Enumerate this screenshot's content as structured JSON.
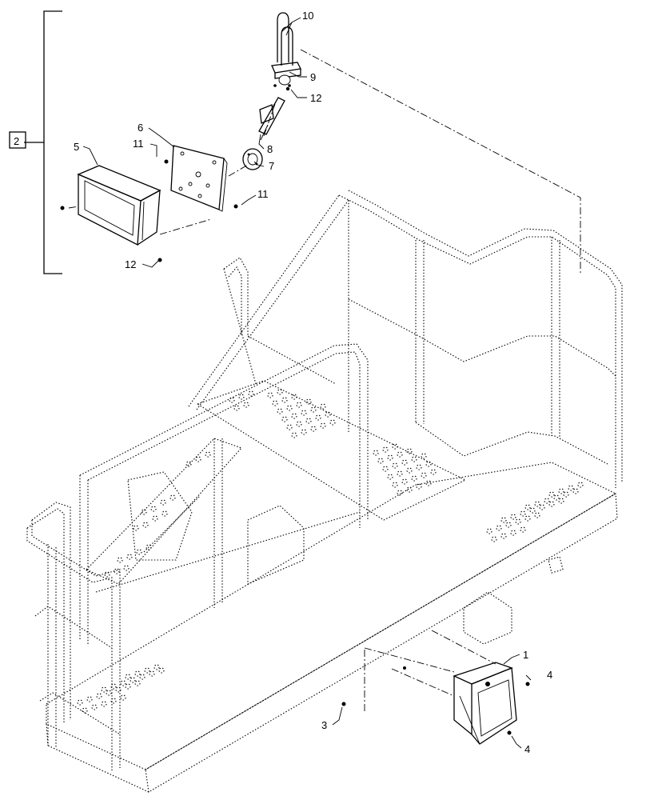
{
  "callouts": {
    "c1": "1",
    "c2": "2",
    "c3": "3",
    "c4a": "4",
    "c4b": "4",
    "c5": "5",
    "c6": "6",
    "c7": "7",
    "c8": "8",
    "c9": "9",
    "c10": "10",
    "c11a": "11",
    "c11b": "11",
    "c12a": "12",
    "c12b": "12"
  }
}
